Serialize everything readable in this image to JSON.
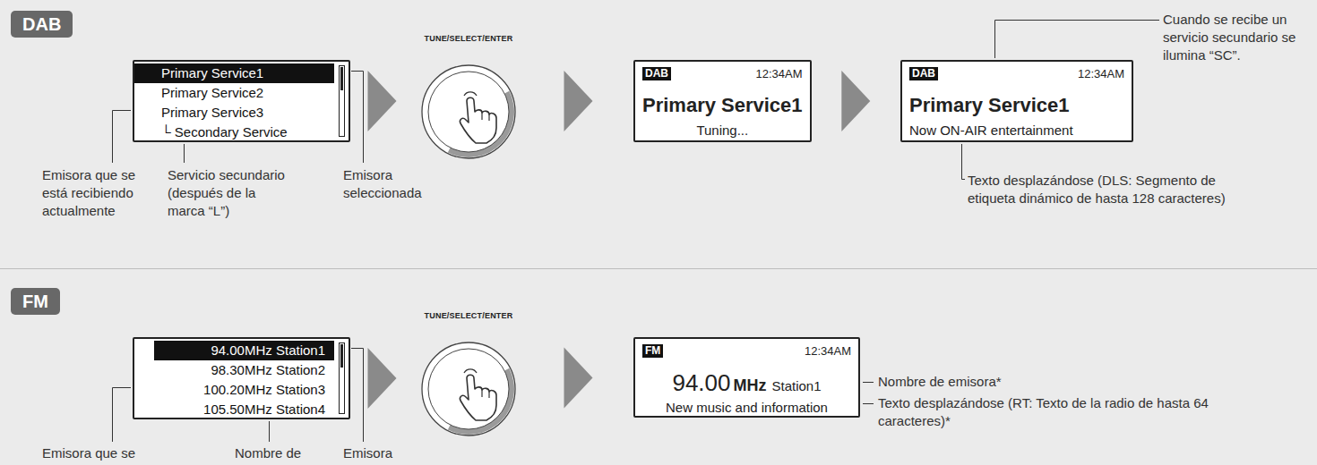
{
  "diagram": {
    "nodes": [
      {
        "text": [
          "DAB"
        ]
      },
      {
        "text": [
          "Primary Service1",
          "Primary Service2",
          "Primary Service3",
          "└ Secondary Service"
        ]
      },
      {
        "text": [
          "TUNE/SELECT/ENTER"
        ]
      },
      {
        "text": [
          "DAB",
          "12:34AM",
          "Primary Service1",
          "Tuning..."
        ]
      },
      {
        "text": [
          "DAB",
          "12:34AM",
          "Primary Service1",
          "Now ON-AIR entertainment"
        ]
      },
      {
        "text": [
          "FM"
        ]
      },
      {
        "text": [
          "94.00MHz Station1",
          "98.30MHz Station2",
          "100.20MHz Station3",
          "105.50MHz Station4"
        ]
      },
      {
        "text": [
          "TUNE/SELECT/ENTER"
        ]
      },
      {
        "text": [
          "FM",
          "12:34AM",
          "94.00",
          "MHz",
          "Station1",
          "New music and information"
        ]
      }
    ],
    "edges": [
      {
        "from": 1,
        "to": 2,
        "arrow": "to"
      },
      {
        "from": 2,
        "to": 3,
        "arrow": "to"
      },
      {
        "from": 3,
        "to": 4,
        "arrow": "to"
      },
      {
        "from": 6,
        "to": 7,
        "arrow": "to"
      },
      {
        "from": 7,
        "to": 8,
        "arrow": "to"
      }
    ],
    "labels": [
      "Emisora que se está recibiendo actualmente",
      "Servicio secundario (después de la marca “L”)",
      "Emisora seleccionada",
      "Cuando se recibe un servicio secundario se ilumina “SC”.",
      "Texto desplazándose (DLS: Segmento de etiqueta dinámico de hasta 128 caracteres)",
      "Nombre de emisora*",
      "Texto desplazándose (RT: Texto de la radio de hasta 64 caracteres)*",
      "Emisora que se",
      "Nombre de",
      "Emisora"
    ]
  }
}
